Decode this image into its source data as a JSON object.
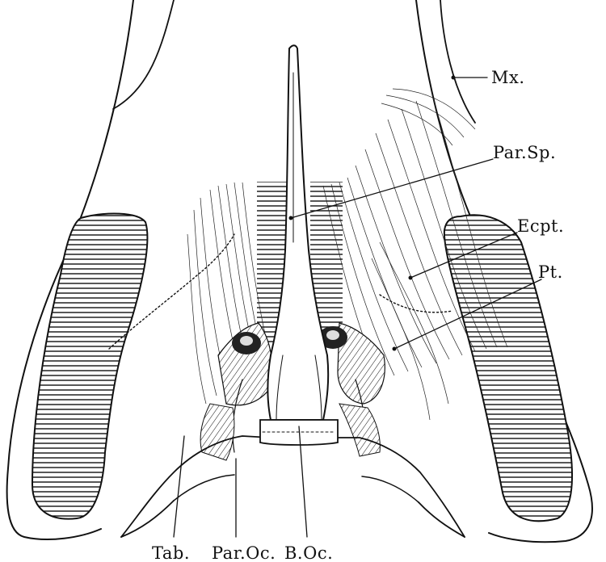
{
  "labels": {
    "mx": "Mx.",
    "par_sp": "Par.Sp.",
    "ecpt": "Ecpt.",
    "pt": "Pt.",
    "tab": "Tab.",
    "par_oc": "Par.Oc.",
    "b_oc": "B.Oc."
  }
}
